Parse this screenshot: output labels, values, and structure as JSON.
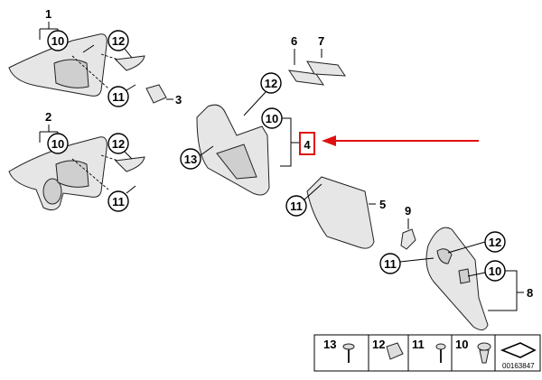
{
  "labels": {
    "p1": "1",
    "p2": "2",
    "p3": "3",
    "p4": "4",
    "p5": "5",
    "p6": "6",
    "p7": "7",
    "p8": "8",
    "p9": "9",
    "c10": "10",
    "c11": "11",
    "c12": "12",
    "c13": "13"
  },
  "legend": {
    "items": [
      "13",
      "12",
      "11",
      "10"
    ],
    "code": "00163847"
  },
  "colors": {
    "arrow": "#e01010",
    "highlight_box": "#e01010"
  }
}
